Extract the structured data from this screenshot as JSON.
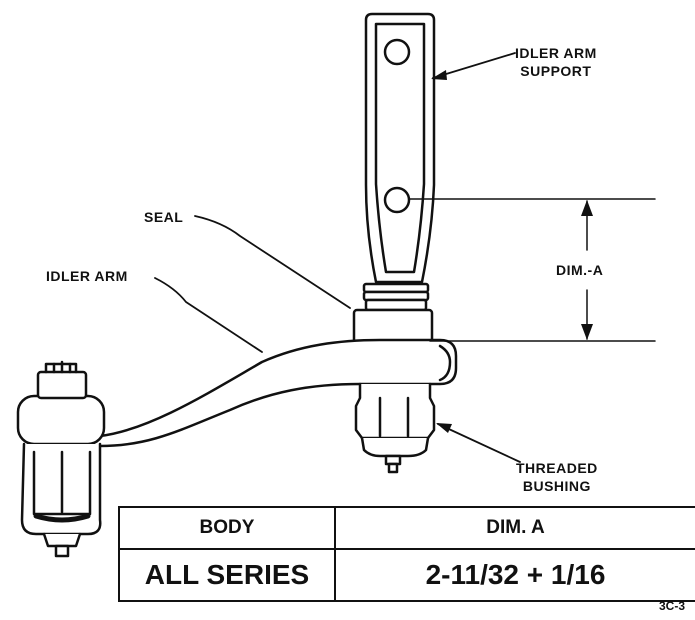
{
  "labels": {
    "idler_arm_support_line1": "IDLER ARM",
    "idler_arm_support_line2": "SUPPORT",
    "seal": "SEAL",
    "idler_arm": "IDLER ARM",
    "dim_a": "DIM.-A",
    "threaded_bushing_line1": "THREADED",
    "threaded_bushing_line2": "BUSHING"
  },
  "table": {
    "headers": [
      "BODY",
      "DIM. A"
    ],
    "rows": [
      [
        "ALL SERIES",
        "2-11/32 + 1/16"
      ]
    ]
  },
  "figure_number": "3C-3"
}
